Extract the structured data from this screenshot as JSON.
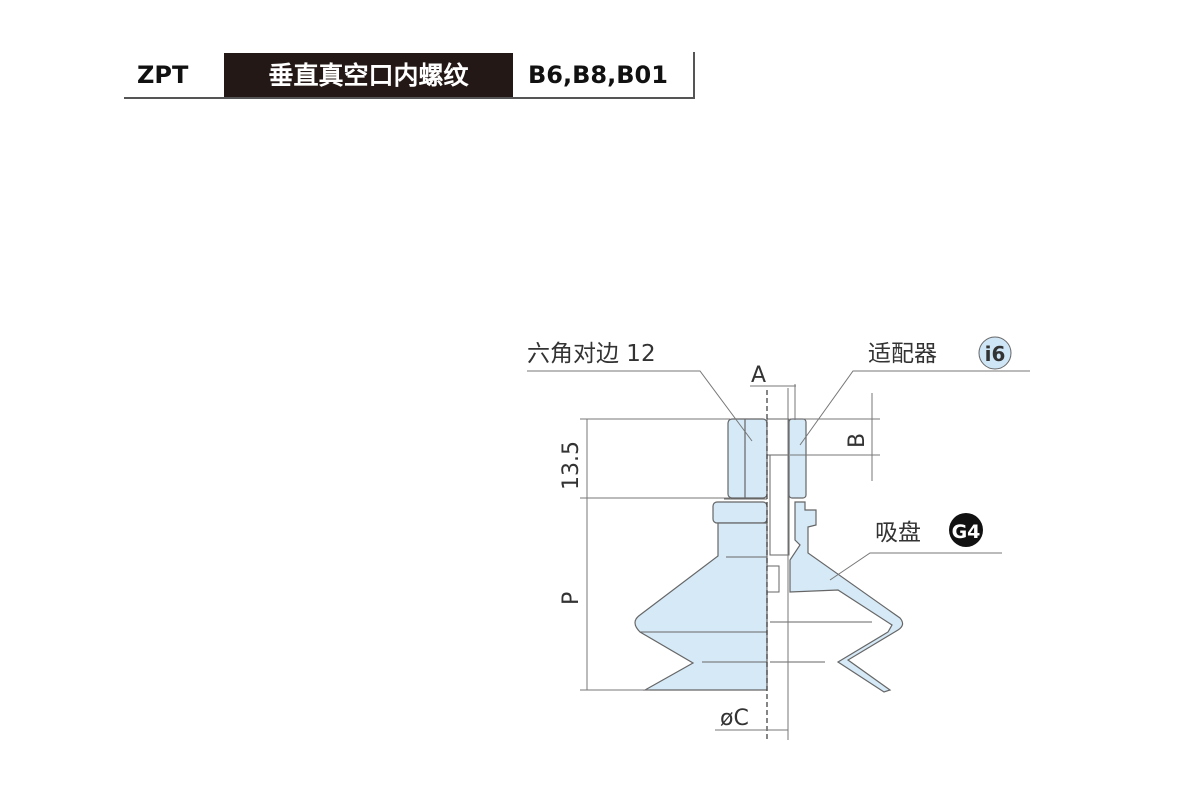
{
  "header": {
    "series": "ZPT",
    "title": "垂直真空口内螺纹",
    "models": "B6,B8,B01"
  },
  "drawing": {
    "hex_label": "六角对边 12",
    "adapter_label": "适配器",
    "adapter_badge": "i6",
    "pad_label": "吸盘",
    "pad_badge": "G4",
    "dim_A": "A",
    "dim_B": "B",
    "dim_height": "13.5",
    "dim_P": "P",
    "dim_C": "øC",
    "colors": {
      "fill": "#d5e9f7",
      "stroke": "#555555",
      "badge_dark": "#111111"
    }
  }
}
